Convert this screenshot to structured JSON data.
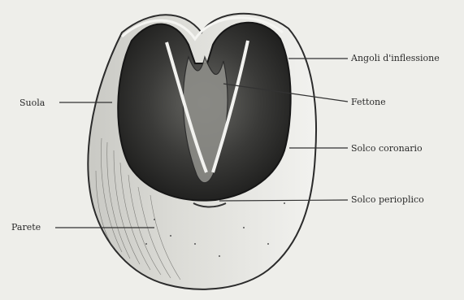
{
  "labels": {
    "angoli": "Angoli d'inflessione",
    "fettone": "Fettone",
    "solco_coronario": "Solco coronario",
    "solco_perioplico": "Solco perioplico",
    "suola": "Suola",
    "parete": "Parete"
  }
}
